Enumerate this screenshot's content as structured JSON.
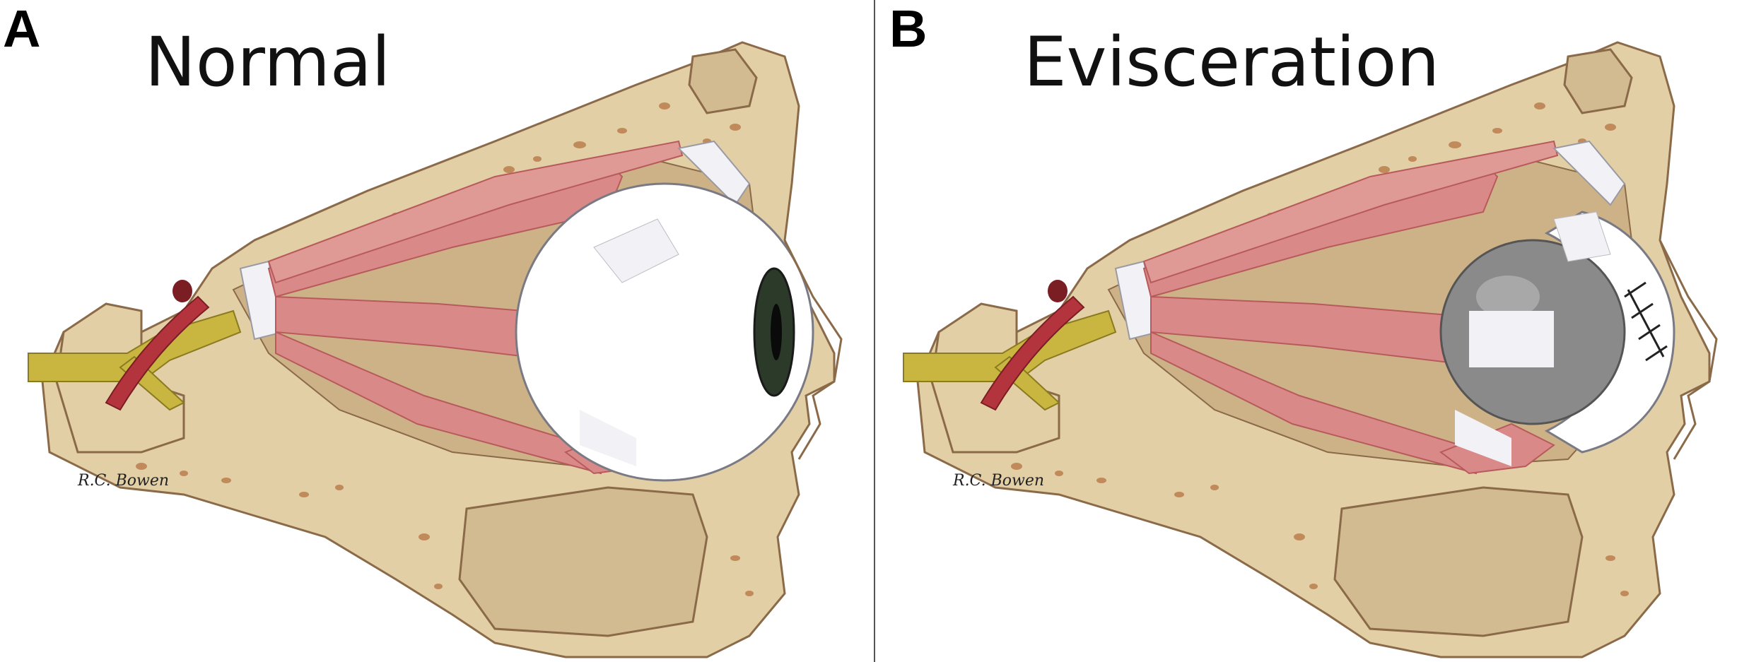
{
  "panel_a": {
    "letter": "A",
    "title": "Normal",
    "signature": "R.C. Bowen"
  },
  "panel_b": {
    "letter": "B",
    "title": "Evisceration",
    "signature": "R.C. Bowen"
  },
  "colors": {
    "bone": "#e3cfa6",
    "bone_dark": "#c9b08a",
    "bone_outline": "#8a6a48",
    "bone_spots": "#c08a5a",
    "muscle": "#d98a88",
    "muscle_dark": "#b85a5c",
    "tendon": "#f2f2f6",
    "nerve": "#c9b640",
    "artery": "#b3343c",
    "sclera": "#ffffff",
    "iris": "#2c3a2a",
    "implant": "#8a8a8a",
    "divider": "#555555"
  }
}
